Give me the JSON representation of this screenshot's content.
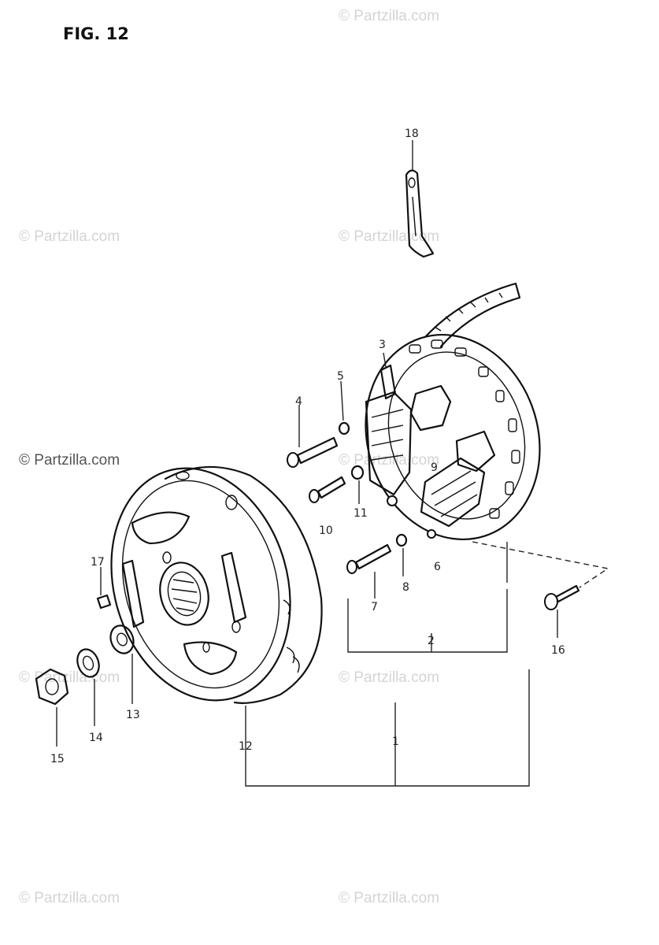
{
  "figure": {
    "title": "FIG. 12"
  },
  "watermark": {
    "text": "© Partzilla.com"
  },
  "callouts": [
    "1",
    "2",
    "3",
    "4",
    "5",
    "6",
    "7",
    "8",
    "9",
    "10",
    "11",
    "12",
    "13",
    "14",
    "15",
    "16",
    "17",
    "18"
  ]
}
